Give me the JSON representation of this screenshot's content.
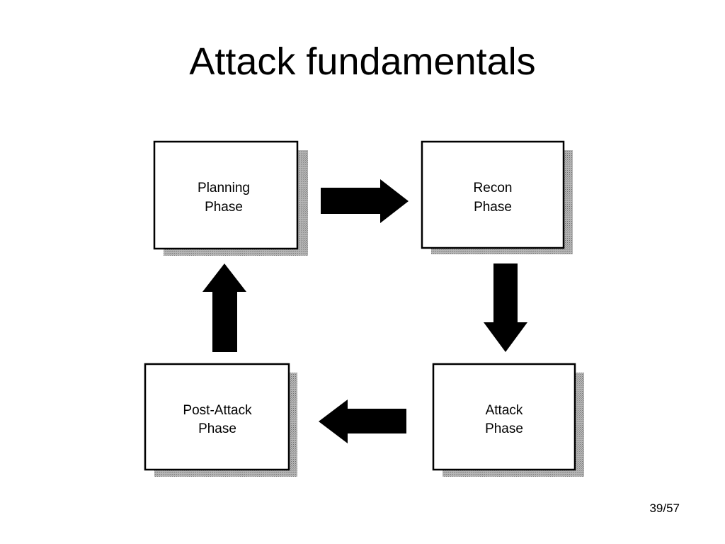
{
  "slide": {
    "title": "Attack fundamentals",
    "page_number": "39/57"
  },
  "diagram": {
    "type": "cycle",
    "nodes": [
      {
        "id": "planning",
        "line1": "Planning",
        "line2": "Phase"
      },
      {
        "id": "recon",
        "line1": "Recon",
        "line2": "Phase"
      },
      {
        "id": "attack",
        "line1": "Attack",
        "line2": "Phase"
      },
      {
        "id": "post_attack",
        "line1": "Post-Attack",
        "line2": "Phase"
      }
    ],
    "edges": [
      {
        "from": "planning",
        "to": "recon",
        "direction": "right"
      },
      {
        "from": "recon",
        "to": "attack",
        "direction": "down"
      },
      {
        "from": "attack",
        "to": "post_attack",
        "direction": "left"
      },
      {
        "from": "post_attack",
        "to": "planning",
        "direction": "up"
      }
    ]
  },
  "colors": {
    "background": "#ffffff",
    "box_border": "#000000",
    "shadow": "#9a9a9a",
    "arrow": "#000000",
    "text": "#000000"
  }
}
